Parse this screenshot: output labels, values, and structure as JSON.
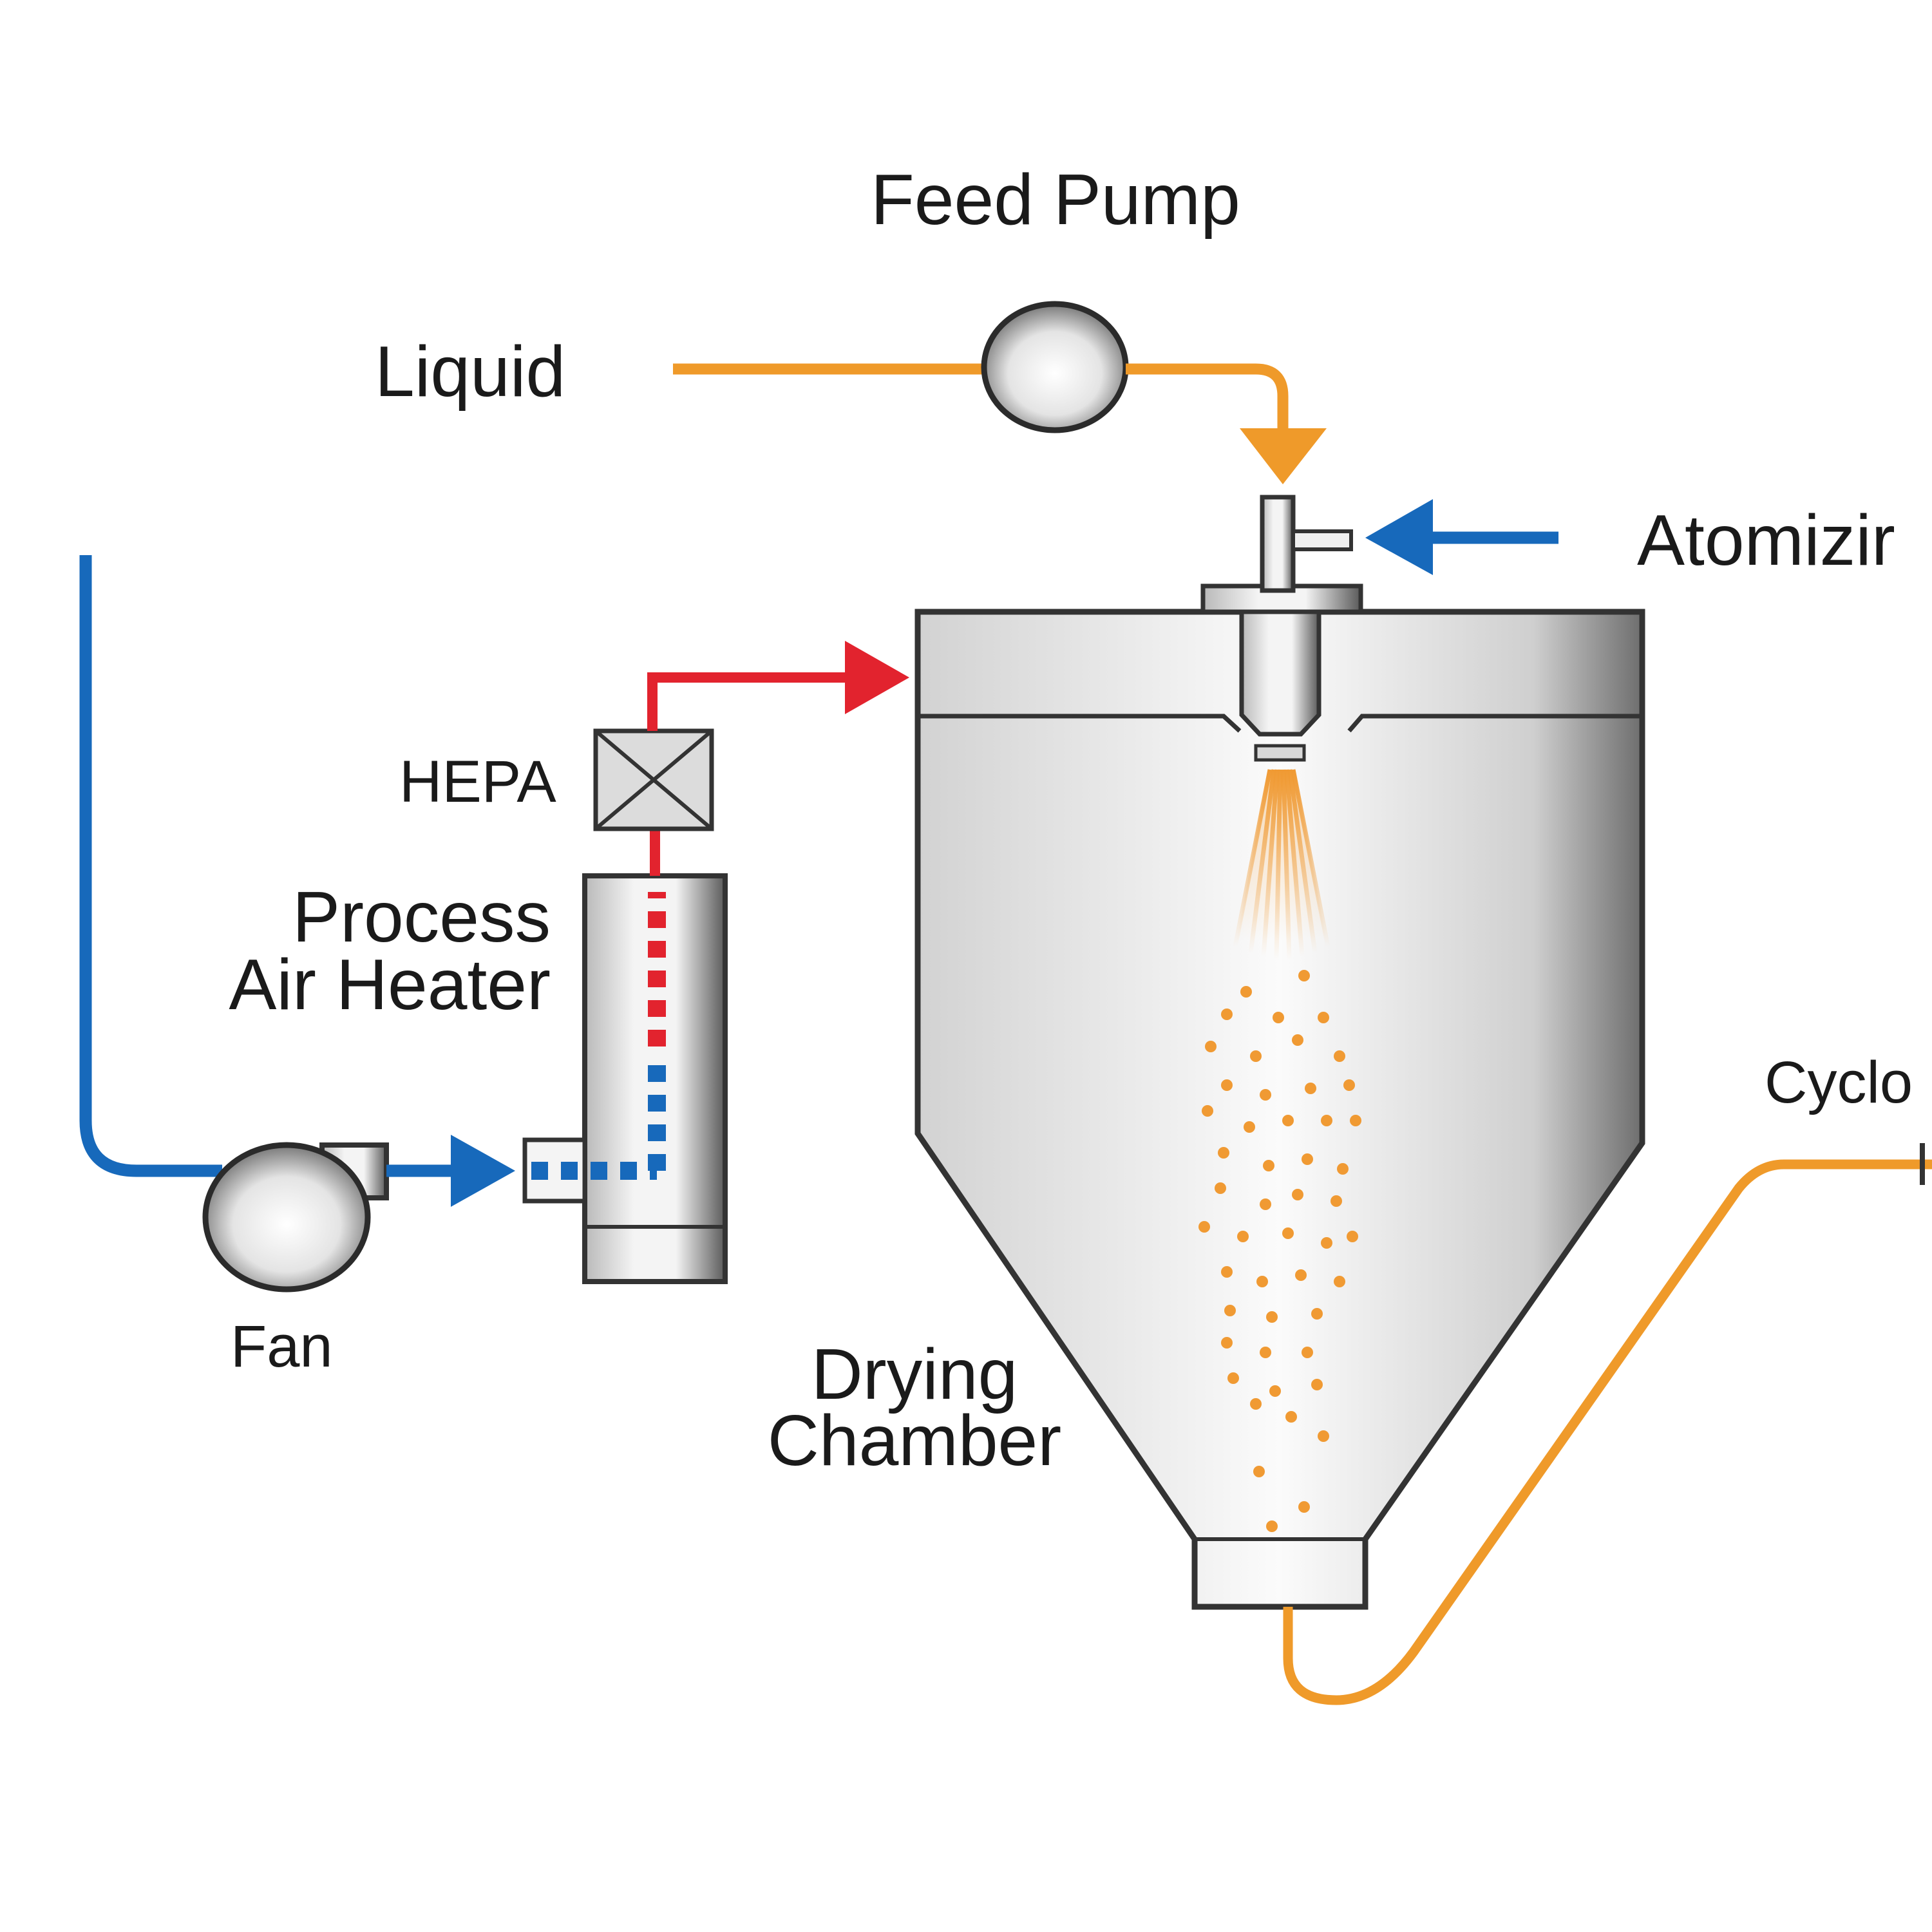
{
  "labels": {
    "feed_pump": "Feed Pump",
    "liquid": "Liquid",
    "atomizing": "Atomizir",
    "hepa": "HEPA",
    "heater_line1": "Process",
    "heater_line2": "Air Heater",
    "fan": "Fan",
    "chamber_line1": "Drying",
    "chamber_line2": "Chamber",
    "cyclone": "Cyclo"
  },
  "colors": {
    "liquid_line": "#ef9a2a",
    "air_line": "#1769bb",
    "hot_air_line": "#e2232e",
    "metal_dark": "#333333",
    "spray": "#f09a33"
  }
}
